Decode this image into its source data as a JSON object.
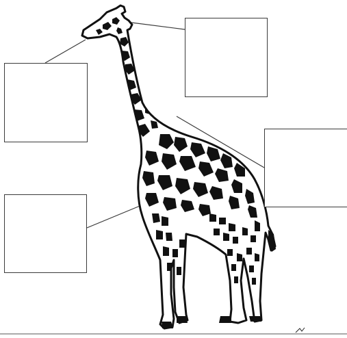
{
  "diagram": {
    "subject": "giraffe-drawing",
    "labels": [
      {
        "id": "head",
        "text": ""
      },
      {
        "id": "ossicone",
        "text": ""
      },
      {
        "id": "mane",
        "text": ""
      },
      {
        "id": "body",
        "text": ""
      }
    ]
  },
  "colors": {
    "ink": "#111111",
    "paper": "#ffffff",
    "line": "#3a3a3a"
  }
}
